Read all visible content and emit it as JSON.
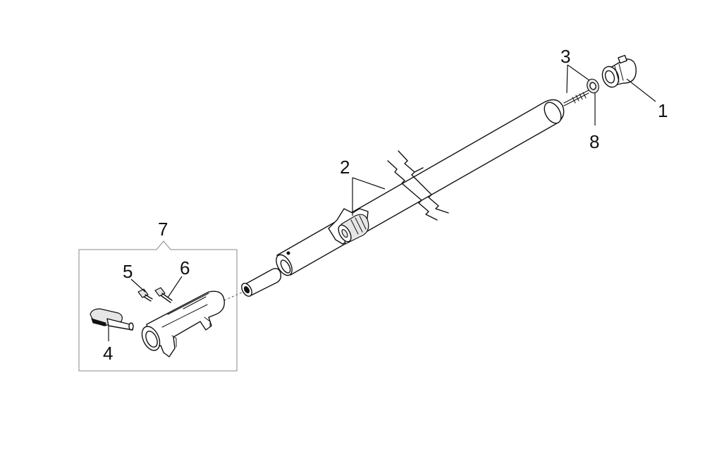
{
  "diagram": {
    "callouts": [
      {
        "id": "1",
        "text": "1"
      },
      {
        "id": "2",
        "text": "2"
      },
      {
        "id": "3",
        "text": "3"
      },
      {
        "id": "4",
        "text": "4"
      },
      {
        "id": "5",
        "text": "5"
      },
      {
        "id": "6",
        "text": "6"
      },
      {
        "id": "7",
        "text": "7"
      },
      {
        "id": "8",
        "text": "8"
      }
    ],
    "colors": {
      "line": "#111111",
      "box": "#888888",
      "background": "#ffffff"
    }
  }
}
